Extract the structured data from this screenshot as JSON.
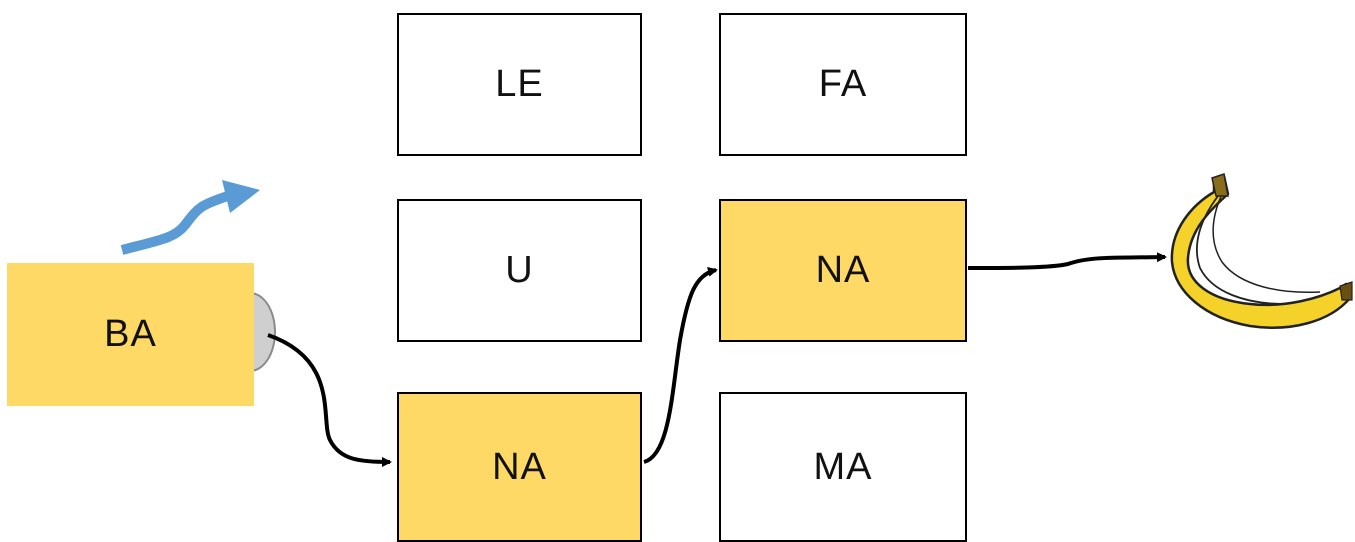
{
  "diagram": {
    "boxes": {
      "le": "LE",
      "fa": "FA",
      "u": "U",
      "na_top": "NA",
      "na_bottom": "NA",
      "ma": "MA",
      "ba": "BA"
    },
    "colors": {
      "highlight": "#FFD966",
      "box_border": "#000000",
      "bite": "#cfcfcf",
      "blue_arrow": "#5B9BD5",
      "banana_yellow": "#F4D22A"
    },
    "icons": {
      "blue_arrow": "curved-arrow-icon",
      "banana": "banana-icon"
    }
  }
}
